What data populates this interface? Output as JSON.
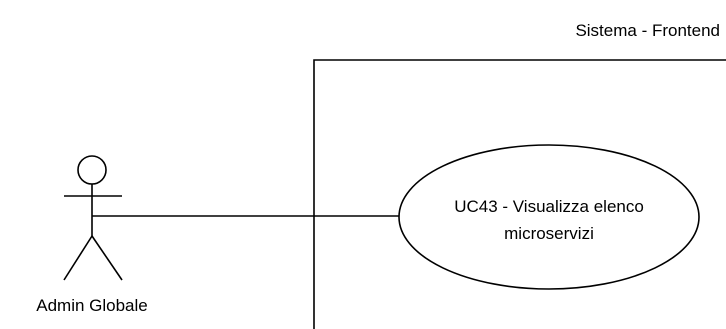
{
  "diagram": {
    "type": "use-case",
    "system": {
      "label": "Sistema - Frontend"
    },
    "actor": {
      "name": "Admin Globale"
    },
    "use_case": {
      "line1": "UC43 - Visualizza elenco",
      "line2": "microservizi"
    },
    "colors": {
      "stroke": "#000000",
      "background": "#ffffff"
    }
  }
}
